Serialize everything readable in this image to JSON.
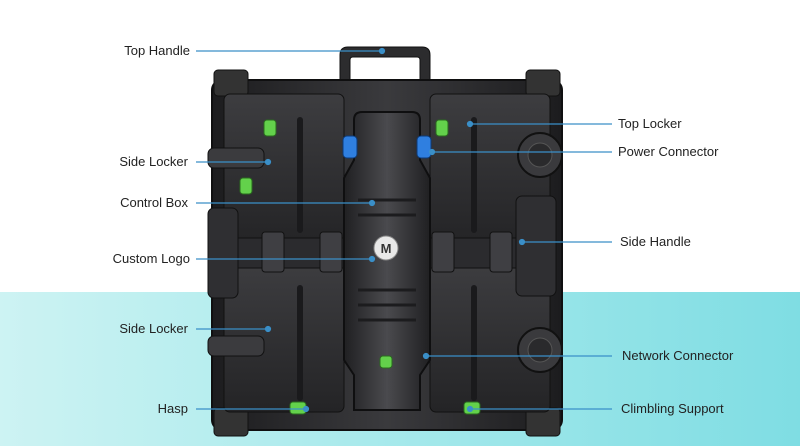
{
  "labels": {
    "top_handle": "Top Handle",
    "side_locker_upper": "Side Locker",
    "control_box": "Control Box",
    "custom_logo": "Custom Logo",
    "side_locker_lower": "Side Locker",
    "hasp": "Hasp",
    "top_locker": "Top Locker",
    "power_connector": "Power Connector",
    "side_handle": "Side Handle",
    "network_connector": "Network Connector",
    "climbing_support": "Climbling Support"
  },
  "logo_letter": "M",
  "colors": {
    "leader_line": "#3a8fc8",
    "cabinet": "#2a2a2c",
    "accent_green": "#63d14b",
    "accent_blue": "#2f7fe0",
    "background_band": "#a9eaec"
  }
}
